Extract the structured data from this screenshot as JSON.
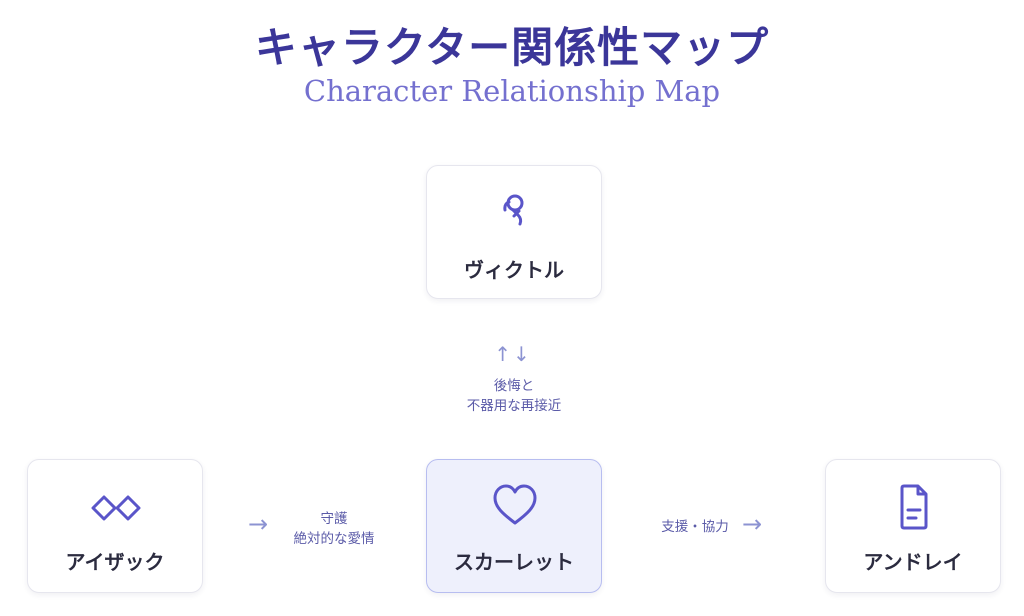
{
  "header": {
    "title": "キャラクター関係性マップ",
    "subtitle": "Character Relationship Map"
  },
  "nodes": {
    "victor": {
      "name": "ヴィクトル",
      "icon": "curled-loop-icon"
    },
    "isaac": {
      "name": "アイザック",
      "icon": "infinity-diamonds-icon"
    },
    "scarlet": {
      "name": "スカーレット",
      "icon": "heart-icon"
    },
    "andre": {
      "name": "アンドレイ",
      "icon": "document-icon"
    }
  },
  "edges": {
    "victor_scarlet": {
      "arrow": "↑↓",
      "line1": "後悔と",
      "line2": "不器用な再接近"
    },
    "isaac_scarlet": {
      "arrow": "→",
      "line1": "守護",
      "line2": "絶対的な愛情"
    },
    "scarlet_andre": {
      "arrow": "→",
      "text": "支援・協力"
    }
  },
  "colors": {
    "title": "#3b3699",
    "subtitle": "#7470cf",
    "icon": "#5a55c9",
    "arrow": "#8c93d2",
    "focus_card_bg": "#eef0fc"
  }
}
